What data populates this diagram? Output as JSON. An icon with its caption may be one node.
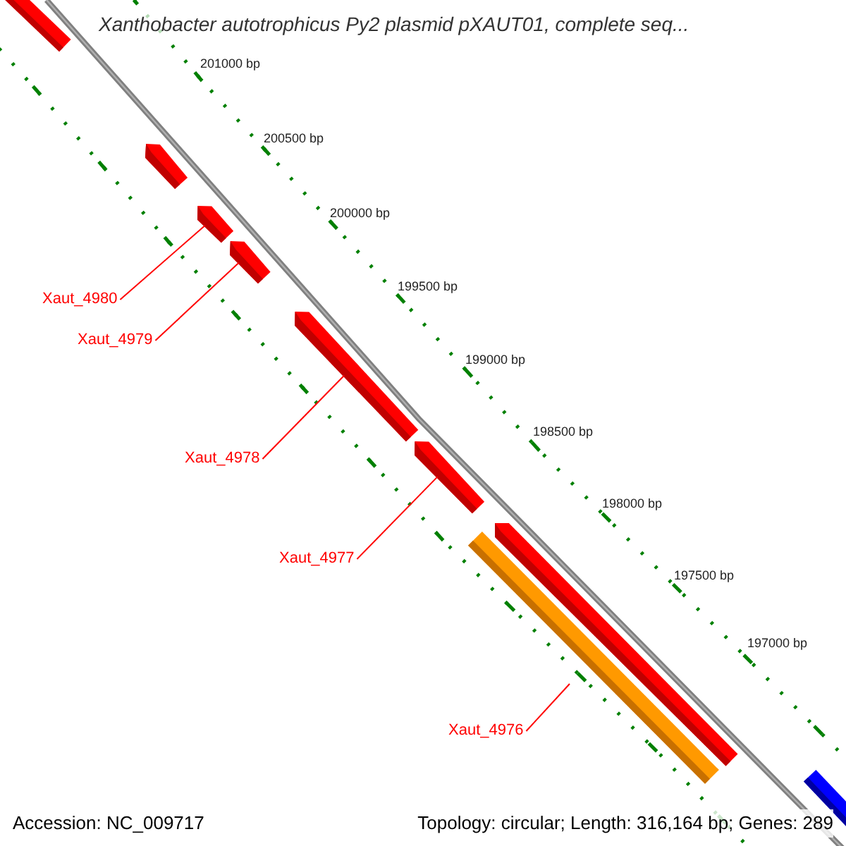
{
  "diagram": {
    "title": "Xanthobacter autotrophicus Py2 plasmid pXAUT01, complete seq...",
    "nodes": [
      {
        "text": [],
        "shape": "bar"
      },
      {
        "text": [],
        "shape": "bar"
      },
      {
        "text": [],
        "shape": "bar"
      },
      {
        "text": [],
        "shape": "bar"
      },
      {
        "text": [],
        "shape": "bar"
      },
      {
        "text": [],
        "shape": "bar"
      },
      {
        "text": [],
        "shape": "bar"
      },
      {
        "text": [],
        "shape": "bar"
      },
      {
        "text": [],
        "shape": "bar"
      },
      {
        "text": [
          "Xaut_4980"
        ]
      },
      {
        "text": [
          "Xaut_4979"
        ]
      },
      {
        "text": [
          "Xaut_4978"
        ]
      },
      {
        "text": [
          "Xaut_4977"
        ]
      },
      {
        "text": [
          "Xaut_4976"
        ]
      }
    ],
    "edges": [
      {
        "from": 9,
        "to": 2,
        "arrow": "none"
      },
      {
        "from": 10,
        "to": 3,
        "arrow": "none"
      },
      {
        "from": 11,
        "to": 4,
        "arrow": "none"
      },
      {
        "from": 12,
        "to": 5,
        "arrow": "none"
      },
      {
        "from": 13,
        "to": null,
        "arrow": "none"
      }
    ],
    "labels": [
      "201000 bp",
      "200500 bp",
      "200000 bp",
      "199500 bp",
      "199000 bp",
      "198500 bp",
      "198000 bp",
      "197500 bp",
      "197000 bp",
      "Accession: NC_009717",
      "Topology: circular; Length: 316,164 bp; Genes: 289"
    ]
  }
}
